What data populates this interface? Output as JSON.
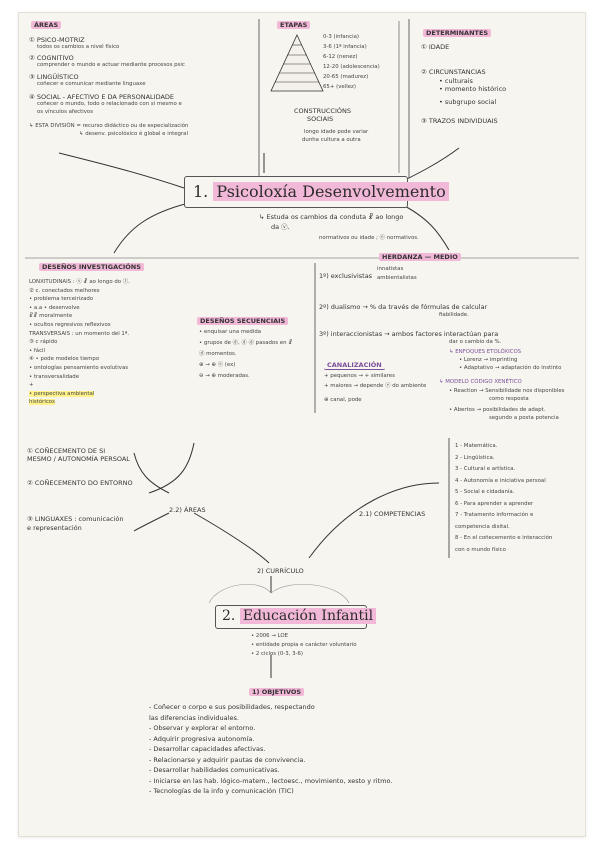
{
  "areas": {
    "header": "ÁREAS",
    "items": [
      {
        "head": "① PSICO-MOTRIZ",
        "sub": "todos os cambios a nivel físico"
      },
      {
        "head": "② COGNITIVO",
        "sub": "comprender o mundo e actuar mediante procesos psic"
      },
      {
        "head": "③ LINGÜÍSTICO",
        "sub": "coñecer e comunicar mediante linguaxe"
      },
      {
        "head": "④ SOCIAL - AFECTIVO E DA PERSONALIDADE",
        "sub": "coñecer o mundo, todo o relacionado con si mesmo e"
      },
      {
        "head": "",
        "sub": "os vínculos afectivos"
      }
    ],
    "division_1": "↳ ESTA DIVISIÓN = recurso didáctico ou de especialización",
    "division_2": "↳ desenv. psicolóxico é global e integral"
  },
  "etapas": {
    "header": "ETAPAS",
    "pyramid": [
      "0-3 (infancia)",
      "3-6 (1ª infancia)",
      "6-12 (nenez)",
      "12-20 (adolescencia)",
      "20-65 (madurez)",
      "65+ (vellez)"
    ],
    "note_1": "CONSTRUCCIÓNS",
    "note_2": "SOCIAIS",
    "note_3": "longo idade pode variar",
    "note_4": "dunha cultura a outra"
  },
  "determinantes": {
    "header": "DETERMINANTES",
    "items": [
      "① IDADE",
      "② CIRCUNSTANCIAS",
      "• culturais",
      "• momento histórico",
      "• subgrupo social",
      "③ TRAZOS INDIVIDUAIS"
    ]
  },
  "main_title": {
    "num": "1.",
    "text": "Psicoloxía Desenvolvemento"
  },
  "main_sub_1": "↳ Estuda os cambios da conduta ☧ ao longo",
  "main_sub_2": "da ⓥ.",
  "main_sub_3": "normativos ou idade ; ⓝ normativos.",
  "deseños": {
    "header": "DESEÑOS INVESTIGACIÓNS",
    "lines": [
      "LONXITUDINAIS : ⓢ ☧ ao longo do ⓣ.",
      "② c. conectados melhores",
      "   • problema terceirizado",
      "   • a.a      • desenvolve",
      "     ☧☧          moralmente",
      "   • ocultos regresivos  reflexivos",
      "TRANSVERSAIS : un momento del 1ª.",
      "③ c  rápido",
      "     • fácil",
      "④ • pode modelos tiempo",
      "   • ontologías pensamiento evolutivas",
      "   • transversalidade",
      "        +",
      "     • perspectiva ambiental",
      "       históricos"
    ],
    "sequenciais_header": "DESEÑOS SECUENCIAIS",
    "sequenciais": [
      "• enquisar una medida",
      "• grupos de ⓓ, ⓓ ⓓ pasados en ☧",
      "   ⓓ momentos.",
      "⊕ → ⊕ ⓔ (ex)",
      "⊖ → ⊕ moderadas."
    ]
  },
  "herdanza": {
    "header": "HERDANZA — MEDIO",
    "lines": [
      "1º) exclusivistas",
      "innatistas",
      "ambientalistas",
      "2º) dualismo → % da través de fórmulas de calcular",
      "fiabilidade.",
      "3º) interaccionistas → ambos factores interactúan para",
      "dar o cambio da %.",
      "↳ ENFOQUES ETOLÓXICOS",
      "• Lorenz → imprinting",
      "• Adaptativo → adaptación do instinto",
      "↳ MODELO CÓDIGO XENÉTICO",
      "• Reaction → Sensibilidade nos disponibles",
      "  como resposta",
      "• Abertos → posibilidades de adapt.",
      "  segundo a posta potencia"
    ],
    "canalizacion_header": "CANALIZACIÓN",
    "canalizacion": [
      "+ pequenos → + similares",
      "+ maiores → depende ⓔ do ambiente",
      "⊕ canal, pode"
    ]
  },
  "curriculo_areas": {
    "label": "2.2) ÁREAS",
    "items": [
      "① COÑECEMENTO DE SI",
      "MESMO / AUTONOMÍA PERSOAL",
      "② COÑECEMENTO DO ENTORNO",
      "③ LINGUAXES : comunicación",
      "e representación"
    ]
  },
  "competencias": {
    "label": "2.1) COMPETENCIAS",
    "items": [
      "1 - Matemática.",
      "2 - Lingüística.",
      "3 - Cultural e artística.",
      "4 - Autonomía e iniciativa persoal",
      "5 - Social e cidadanía.",
      "6 - Para aprender a aprender",
      "7 - Tratamento información e",
      "    competencia dixital.",
      "8 - En el coñecemento e interacción",
      "    con o mundo físico"
    ]
  },
  "curriculo": {
    "label": "2) CURRÍCULO"
  },
  "educacion": {
    "num": "2.",
    "title": "Educación Infantil",
    "notes": [
      "• 2006 → LOE",
      "• entidade propia e carácter voluntario",
      "• 2 ciclos (0-3, 3-6)"
    ]
  },
  "objetivos": {
    "label": "1) OBJETIVOS",
    "items": [
      "- Coñecer o corpo e sus posibilidades, respectando",
      "las diferencias individuales.",
      "- Observar y explorar el entorno.",
      "- Adquirir progresiva autonomía.",
      "- Desarrollar capacidades afectivas.",
      "- Relacionarse y adquirir pautas de convivencia.",
      "- Desarrollar habilidades comunicativas.",
      "- Iniciarse en las hab. lógico-matem., lectoesc., movimiento, xesto y ritmo.",
      "- Tecnologías de la info y comunicación (TIC)"
    ]
  }
}
